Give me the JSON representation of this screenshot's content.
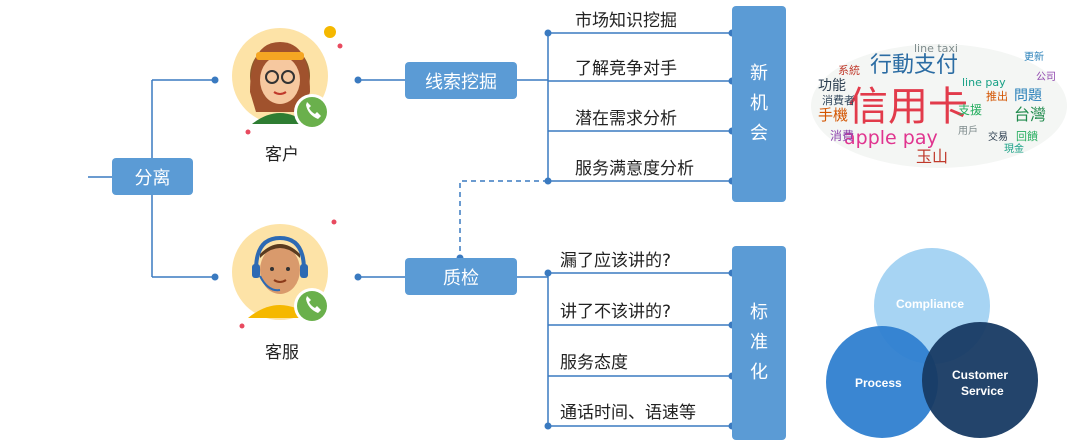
{
  "center_node": "分离",
  "persons": {
    "customer": "客户",
    "agent": "客服"
  },
  "mid_nodes": {
    "lead_mining": "线索挖掘",
    "qa": "质检"
  },
  "right_groups": {
    "opportunity": {
      "title_chars": [
        "新",
        "机",
        "会"
      ]
    },
    "standardize": {
      "title_chars": [
        "标",
        "准",
        "化"
      ]
    }
  },
  "lead_items": [
    "市场知识挖掘",
    "了解竞争对手",
    "潜在需求分析",
    "服务满意度分析"
  ],
  "qa_items": [
    "漏了应该讲的?",
    "讲了不该讲的?",
    "服务态度",
    "通话时间、语速等"
  ],
  "word_cloud": {
    "main": "信用卡",
    "words": [
      "行動支付",
      "apple pay",
      "台灣",
      "手機",
      "消費",
      "功能",
      "玉山",
      "line pay",
      "line taxi",
      "問題",
      "支援",
      "公司",
      "系統",
      "消費者",
      "推出",
      "交易",
      "回饋",
      "用戶",
      "現金",
      "更新"
    ]
  },
  "venn": {
    "top": "Compliance",
    "left": "Process",
    "right_line1": "Customer",
    "right_line2": "Service",
    "colors": {
      "top": "#a7d4f3",
      "left": "#2f7fd0",
      "right": "#173a63"
    }
  },
  "colors": {
    "node": "#5b9bd5",
    "line": "#3a7ac0"
  }
}
